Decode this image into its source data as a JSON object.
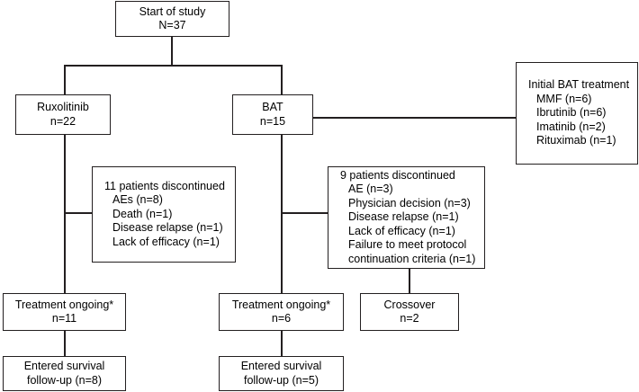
{
  "diagram": {
    "title": "CONSORT-style patient flow diagram",
    "stroke_color": "#231f20",
    "background_color": "#ffffff",
    "nodes": {
      "start": {
        "id": "start-of-study",
        "line1": "Start of study",
        "line2": "N=37"
      },
      "ruxolitinib": {
        "id": "ruxolitinib-arm",
        "line1": "Ruxolitinib",
        "line2": "n=22"
      },
      "bat": {
        "id": "bat-arm",
        "line1": "BAT",
        "line2": "n=15"
      },
      "initial_bat_treatment": {
        "id": "initial-bat-treatment",
        "line1": "Initial BAT treatment",
        "line2": "MMF (n=6)",
        "line3": "Ibrutinib (n=6)",
        "line4": "Imatinib (n=2)",
        "line5": "Rituximab (n=1)"
      },
      "rux_discontinued": {
        "id": "ruxolitinib-discontinued",
        "line1": "11 patients discontinued",
        "line2": "AEs (n=8)",
        "line3": "Death (n=1)",
        "line4": "Disease relapse (n=1)",
        "line5": "Lack of efficacy (n=1)"
      },
      "bat_discontinued": {
        "id": "bat-discontinued",
        "line1": "9 patients discontinued",
        "line2": "AE (n=3)",
        "line3": "Physician decision (n=3)",
        "line4": "Disease relapse (n=1)",
        "line5": "Lack of efficacy (n=1)",
        "line6": "Failure to meet protocol",
        "line7": "continuation criteria (n=1)"
      },
      "rux_ongoing": {
        "id": "ruxolitinib-treatment-ongoing",
        "line1": "Treatment ongoing*",
        "line2": "n=11"
      },
      "bat_ongoing": {
        "id": "bat-treatment-ongoing",
        "line1": "Treatment ongoing*",
        "line2": "n=6"
      },
      "crossover": {
        "id": "crossover",
        "line1": "Crossover",
        "line2": "n=2"
      },
      "rux_survival": {
        "id": "ruxolitinib-entered-survival-followup",
        "line1": "Entered survival",
        "line2": "follow-up (n=8)"
      },
      "bat_survival": {
        "id": "bat-entered-survival-followup",
        "line1": "Entered survival",
        "line2": "follow-up (n=5)"
      }
    }
  }
}
